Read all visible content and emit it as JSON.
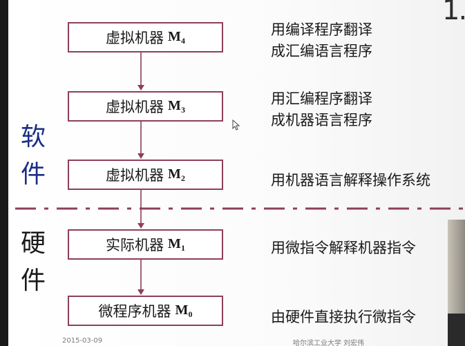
{
  "slide_number": "1.",
  "machines": [
    {
      "prefix": "虚拟机器",
      "symbol": "M",
      "index": "4",
      "description": "用编译程序翻译\n成汇编语言程序"
    },
    {
      "prefix": "虚拟机器",
      "symbol": "M",
      "index": "3",
      "description": "用汇编程序翻译\n成机器语言程序"
    },
    {
      "prefix": "虚拟机器",
      "symbol": "M",
      "index": "2",
      "description": "用机器语言解释操作系统"
    },
    {
      "prefix": "实际机器",
      "symbol": "M",
      "index": "1",
      "description": "用微指令解释机器指令"
    },
    {
      "prefix": "微程序机器",
      "symbol": "M",
      "index": "0",
      "description": "由硬件直接执行微指令"
    }
  ],
  "side_labels": {
    "software": "软\n件",
    "hardware": "硬\n件"
  },
  "footer": {
    "date": "2015-03-09",
    "author": "哈尔滨工业大学  刘宏伟"
  },
  "colors": {
    "box_border": "#8d3e58",
    "arrow": "#8d3e58",
    "divider": "#8d3e58",
    "software_label": "#1c2e86"
  }
}
